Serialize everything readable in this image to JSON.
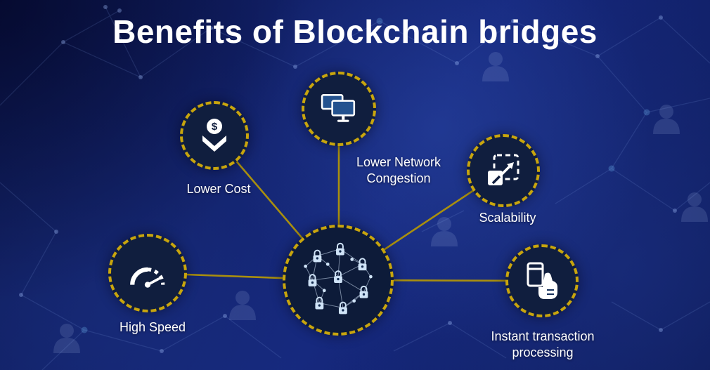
{
  "title": "Benefits of Blockchain bridges",
  "colors": {
    "background": "#13226B",
    "node_fill": "#101E3E",
    "dashed_border": "#C8A50D",
    "connector_line": "#A98F0E",
    "text": "#FFFFFF",
    "icon": "#FFFFFF",
    "network_accent": "#CFE3F7"
  },
  "hub": {
    "icon": "blockchain-network-icon"
  },
  "benefits": [
    {
      "id": "lower-cost",
      "label": "Lower Cost",
      "icon": "dollar-down-icon"
    },
    {
      "id": "lower-network-congestion",
      "label": "Lower Network Congestion",
      "icon": "dual-monitors-icon"
    },
    {
      "id": "scalability",
      "label": "Scalability",
      "icon": "expand-arrow-icon"
    },
    {
      "id": "high-speed",
      "label": "High Speed",
      "icon": "speedometer-icon"
    },
    {
      "id": "instant-transaction-processing",
      "label": "Instant transaction processing",
      "icon": "card-in-hand-icon"
    }
  ]
}
